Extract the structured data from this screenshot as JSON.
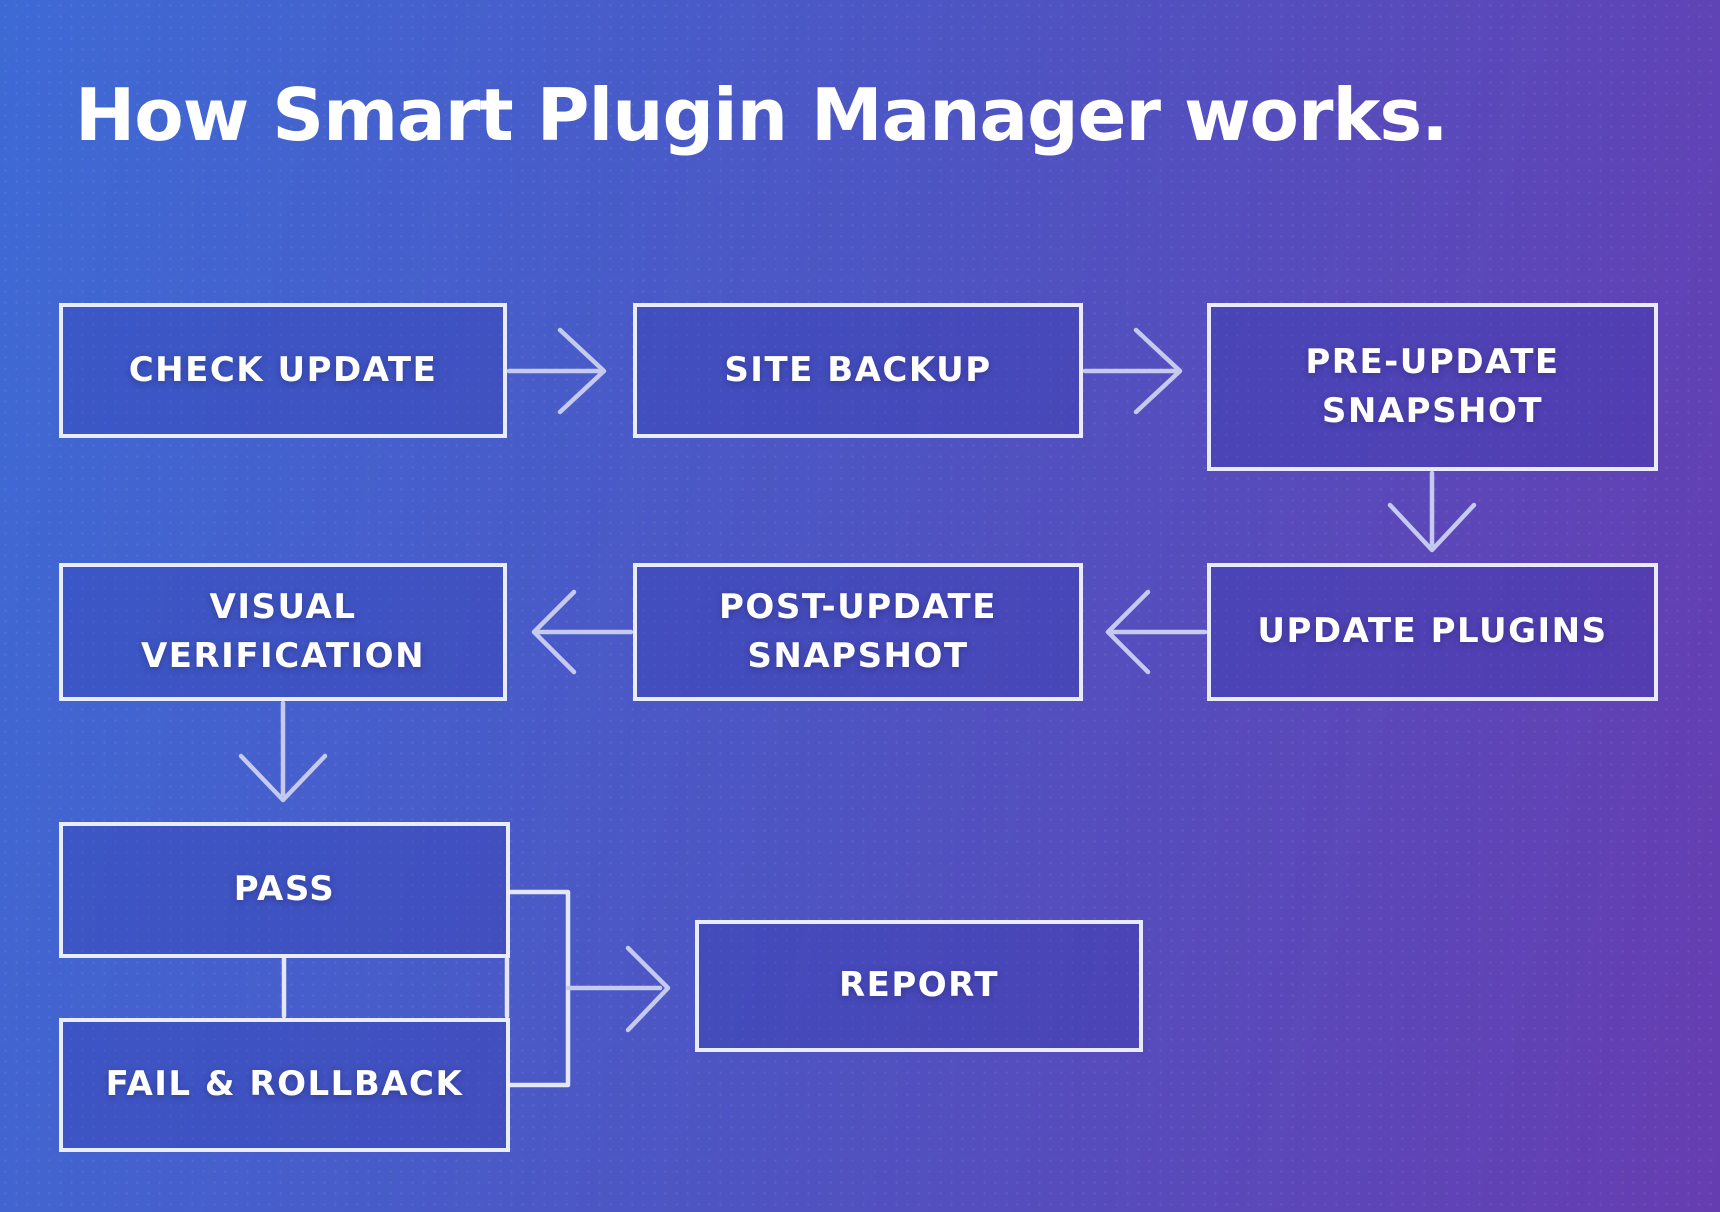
{
  "title": "How Smart Plugin Manager works.",
  "flowchart": {
    "nodes": [
      {
        "id": "check-update",
        "label": "CHECK UPDATE",
        "lines": [
          "CHECK UPDATE"
        ]
      },
      {
        "id": "site-backup",
        "label": "SITE BACKUP",
        "lines": [
          "SITE BACKUP"
        ]
      },
      {
        "id": "pre-update-snapshot",
        "label": "PRE-UPDATE SNAPSHOT",
        "lines": [
          "PRE-UPDATE",
          "SNAPSHOT"
        ]
      },
      {
        "id": "update-plugins",
        "label": "UPDATE PLUGINS",
        "lines": [
          "UPDATE PLUGINS"
        ]
      },
      {
        "id": "post-update-snapshot",
        "label": "POST-UPDATE SNAPSHOT",
        "lines": [
          "POST-UPDATE",
          "SNAPSHOT"
        ]
      },
      {
        "id": "visual-verification",
        "label": "VISUAL VERIFICATION",
        "lines": [
          "VISUAL",
          "VERIFICATION"
        ]
      },
      {
        "id": "pass",
        "label": "PASS",
        "lines": [
          "PASS"
        ]
      },
      {
        "id": "fail-rollback",
        "label": "FAIL & ROLLBACK",
        "lines": [
          "FAIL & ROLLBACK"
        ]
      },
      {
        "id": "report",
        "label": "REPORT",
        "lines": [
          "REPORT"
        ]
      }
    ],
    "edges": [
      {
        "from": "check-update",
        "to": "site-backup",
        "type": "arrow-right"
      },
      {
        "from": "site-backup",
        "to": "pre-update-snapshot",
        "type": "arrow-right"
      },
      {
        "from": "pre-update-snapshot",
        "to": "update-plugins",
        "type": "arrow-down"
      },
      {
        "from": "update-plugins",
        "to": "post-update-snapshot",
        "type": "arrow-left"
      },
      {
        "from": "post-update-snapshot",
        "to": "visual-verification",
        "type": "arrow-left"
      },
      {
        "from": "visual-verification",
        "to": "pass",
        "type": "arrow-down"
      },
      {
        "from": "pass",
        "to": "fail-rollback",
        "type": "plain-line"
      },
      {
        "from": "pass",
        "to": "report",
        "type": "bracket-arrow-right"
      },
      {
        "from": "fail-rollback",
        "to": "report",
        "type": "bracket-arrow-right"
      }
    ]
  },
  "colors": {
    "background_gradient_start": "#3e6ad5",
    "background_gradient_mid": "#4d55c3",
    "background_gradient_end": "#663db1",
    "box_border": "#f0f2fc",
    "box_fill_overlay": "rgba(47,52,168,0.28)",
    "arrow": "#c5caee",
    "text": "#ffffff"
  }
}
